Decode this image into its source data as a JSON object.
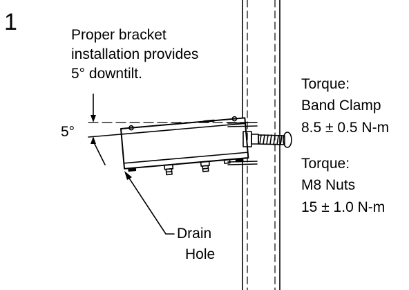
{
  "step_number": "1",
  "note": {
    "line1": "Proper bracket",
    "line2": "installation provides",
    "line3": "5° downtilt."
  },
  "angle_label": "5°",
  "torque_band": {
    "line1": "Torque:",
    "line2": "Band Clamp",
    "line3": "8.5 ± 0.5 N-m"
  },
  "torque_nuts": {
    "line1": "Torque:",
    "line2": "M8 Nuts",
    "line3": "15 ± 1.0 N-m"
  },
  "drain": {
    "line1": "Drain",
    "line2": "Hole"
  },
  "colors": {
    "ink": "#000000",
    "background": "#ffffff"
  }
}
